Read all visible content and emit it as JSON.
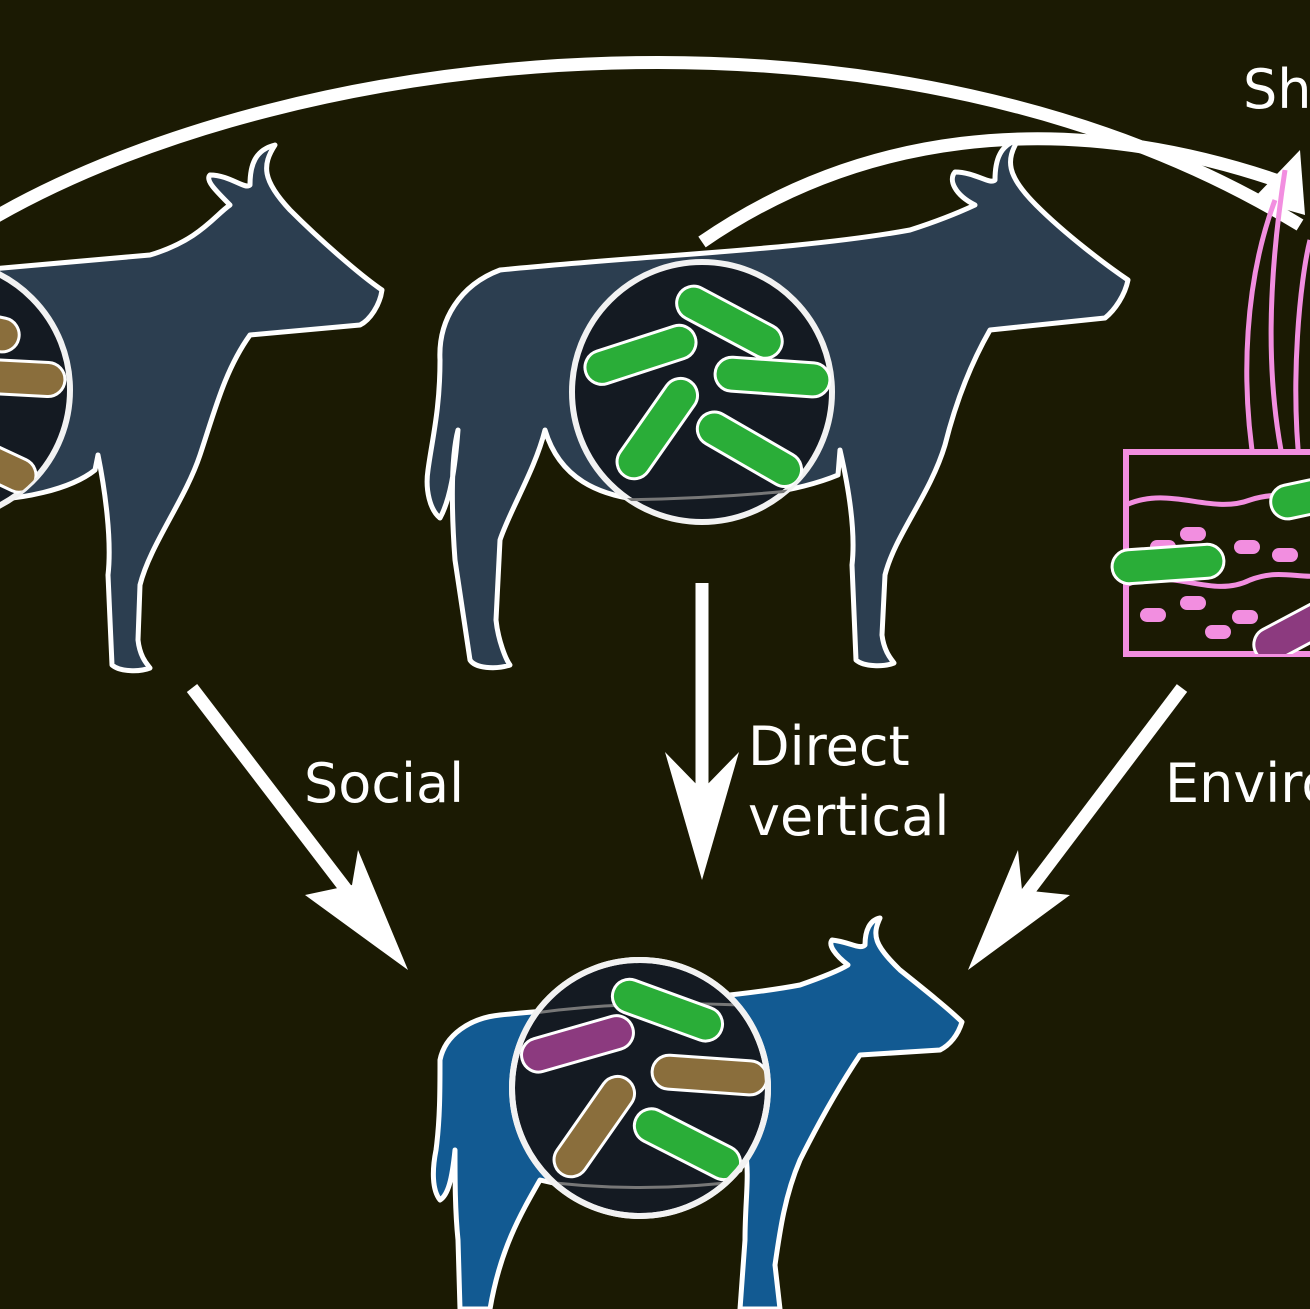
{
  "labels": {
    "social": "Social",
    "direct_line1": "Direct",
    "direct_line2": "vertical",
    "environment_partial": "Enviro",
    "shared_partial": "Sh"
  },
  "colors": {
    "background": "#1b1a03",
    "adult_cow": "#2c3e50",
    "calf": "#125a92",
    "bacteria_green": "#2aad38",
    "bacteria_brown": "#8a6e3c",
    "bacteria_purple": "#8c3a7f",
    "environment_pink": "#f28ee0"
  }
}
